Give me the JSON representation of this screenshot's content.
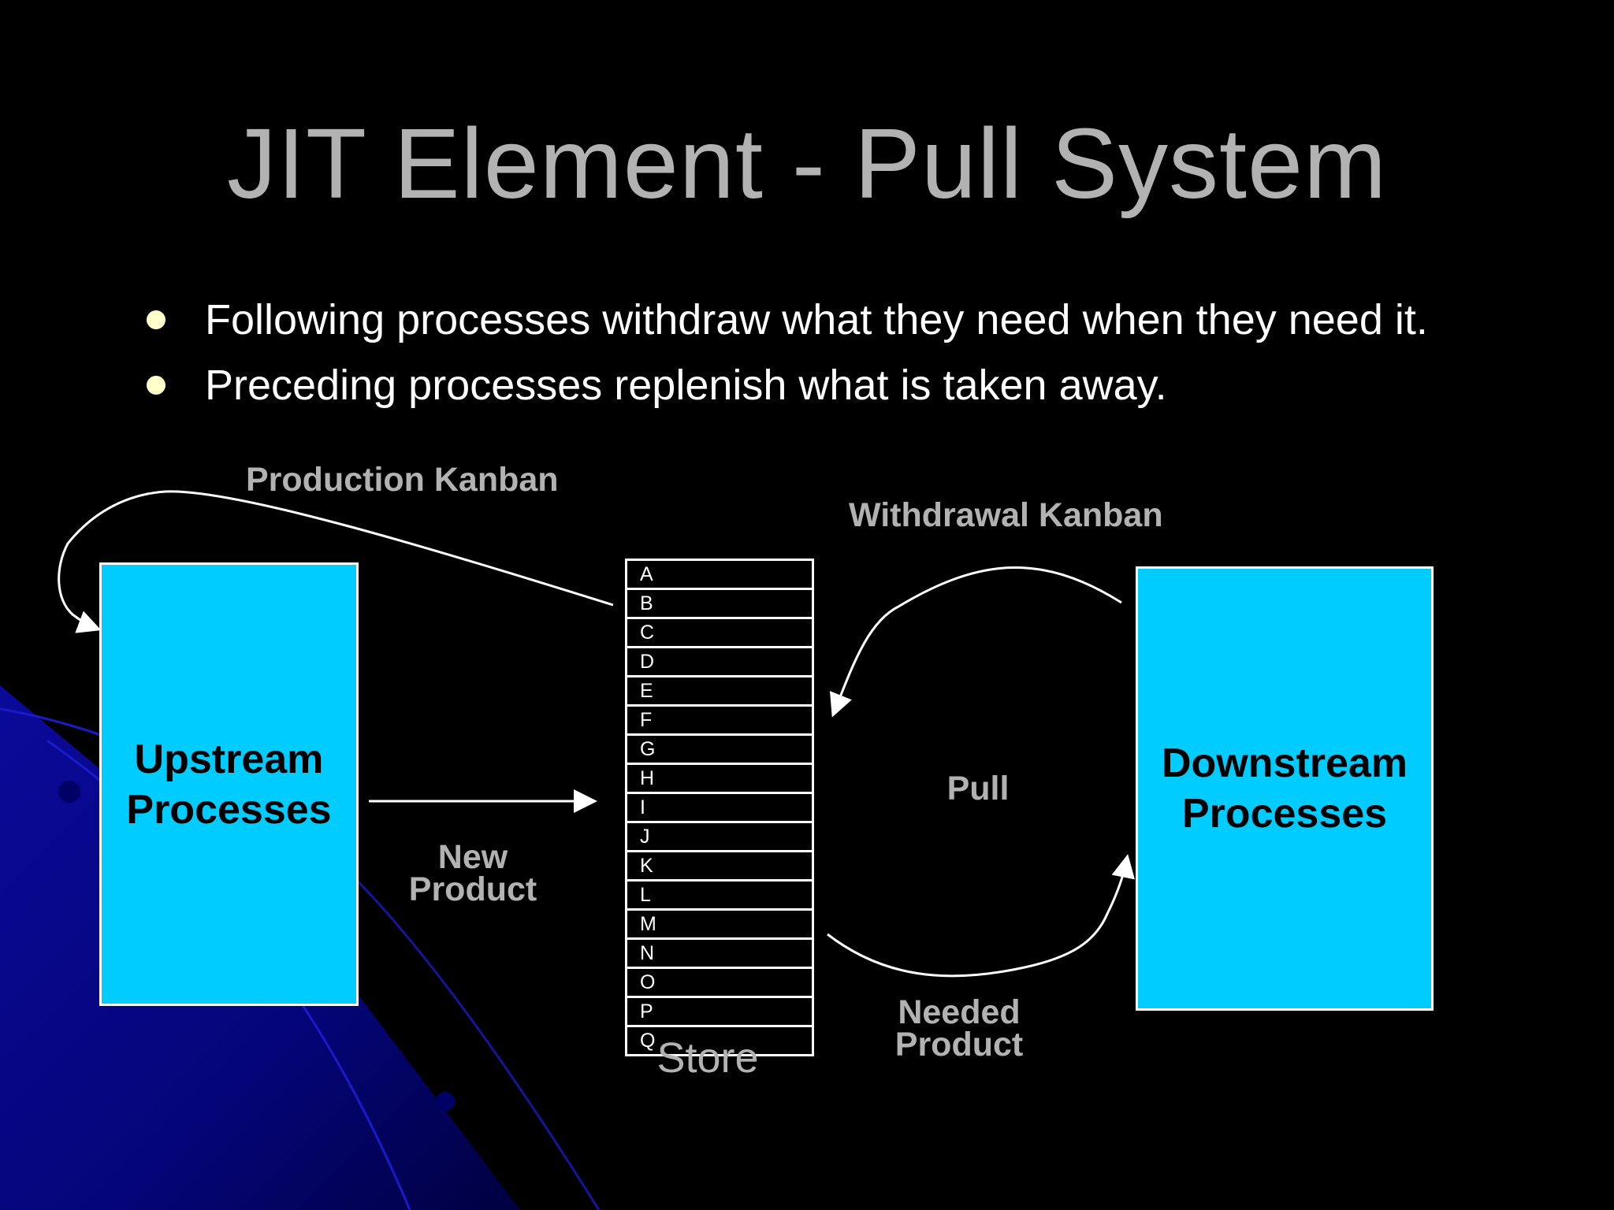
{
  "slide": {
    "title": "JIT Element - Pull System",
    "bullets": [
      "Following processes withdraw what they need when they need it.",
      "Preceding processes replenish what is taken away."
    ]
  },
  "diagram": {
    "upstream_label_line1": "Upstream",
    "upstream_label_line2": "Processes",
    "downstream_label_line1": "Downstream",
    "downstream_label_line2": "Processes",
    "production_kanban": "Production Kanban",
    "withdrawal_kanban": "Withdrawal Kanban",
    "new_product_line1": "New",
    "new_product_line2": "Product",
    "pull": "Pull",
    "needed_product_line1": "Needed",
    "needed_product_line2": "Product",
    "store_label": "Store",
    "store_slots": [
      "A",
      "B",
      "C",
      "D",
      "E",
      "F",
      "G",
      "H",
      "I",
      "J",
      "K",
      "L",
      "M",
      "N",
      "O",
      "P",
      "Q"
    ]
  },
  "colors": {
    "background": "#000000",
    "process_box_fill": "#00ccff",
    "title_gray": "#b2b2b2",
    "bullet_dot": "#ffffcc",
    "decoration_blue": "#0a0a9a"
  }
}
